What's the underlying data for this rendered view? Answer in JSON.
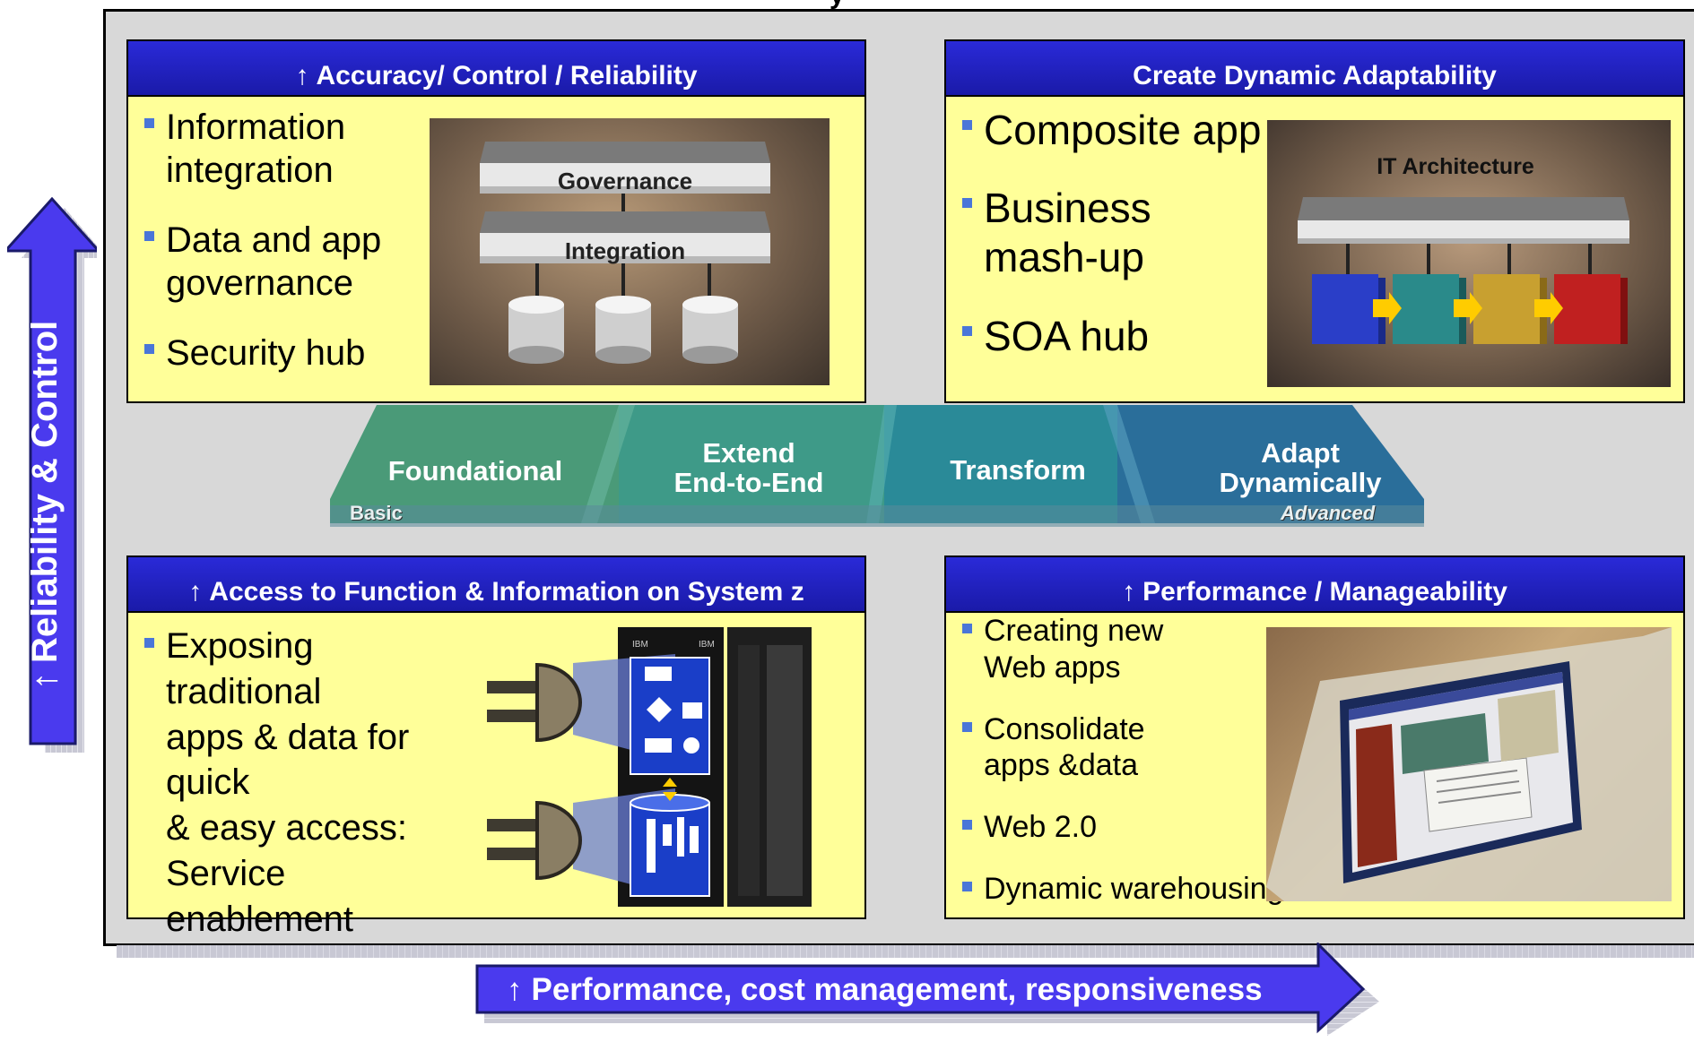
{
  "frame_title_partial": "y",
  "vertical_axis": {
    "arrow": "↑",
    "label": "Reliability & Control"
  },
  "horizontal_axis": {
    "arrow": "↑",
    "label": "Performance, cost management, responsiveness"
  },
  "maturity_stages": [
    {
      "label": "Foundational"
    },
    {
      "label_line1": "Extend",
      "label_line2": "End-to-End"
    },
    {
      "label": "Transform"
    },
    {
      "label_line1": "Adapt",
      "label_line2": "Dynamically"
    }
  ],
  "scale": {
    "low": "Basic",
    "high": "Advanced"
  },
  "panels": {
    "top_left": {
      "arrow": "↑",
      "title": "Accuracy/ Control / Reliability",
      "bullets": [
        "Information integration",
        "Data and app governance",
        "Security hub"
      ],
      "bullet_lines": [
        [
          "Information",
          "integration"
        ],
        [
          "Data and app",
          "governance"
        ],
        [
          "Security hub"
        ]
      ],
      "illustration": {
        "layer_top": "Governance",
        "layer_bottom": "Integration",
        "icon": "database-icon"
      }
    },
    "top_right": {
      "title": "Create Dynamic Adaptability",
      "bullets": [
        "Composite app",
        "Business mash-up",
        "SOA hub"
      ],
      "bullet_lines": [
        [
          "Composite app"
        ],
        [
          "Business",
          "mash-up"
        ],
        [
          "SOA hub"
        ]
      ],
      "illustration": {
        "label": "IT Architecture",
        "block_colors": [
          "#2a3ec8",
          "#2a8a8a",
          "#c8a030",
          "#c02020"
        ]
      }
    },
    "bottom_left": {
      "arrow": "↑",
      "title": "Access to Function & Information on System z",
      "bullets": [
        "Exposing traditional apps & data for quick & easy access: Service enablement"
      ],
      "bullet_lines": [
        [
          "Exposing",
          "traditional",
          "apps & data for",
          "quick",
          "& easy access:",
          "Service",
          "enablement"
        ]
      ],
      "illustration": {
        "brand": "IBM",
        "icon": "mainframe-plug-icon"
      }
    },
    "bottom_right": {
      "arrow": "↑",
      "title": "Performance / Manageability",
      "bullets": [
        "Creating new Web apps",
        "Consolidate apps &data",
        "Web 2.0",
        "Dynamic warehousing"
      ],
      "bullet_lines": [
        [
          "Creating new",
          "Web apps"
        ],
        [
          "Consolidate",
          "apps &data"
        ],
        [
          "Web 2.0"
        ],
        [
          "Dynamic warehousing"
        ]
      ],
      "illustration": {
        "icon": "monitor-web-icon"
      }
    }
  },
  "colors": {
    "panel_bg": "#ffff99",
    "header_blue": "#1a1ab8",
    "bullet_square": "#4a76d8",
    "arrow_purple": "#4a3aee",
    "frame_gray": "#d8d8d8",
    "stage_green": "#4a9a78",
    "stage_teal": "#2a8a98",
    "stage_blue": "#2a6e9a"
  }
}
